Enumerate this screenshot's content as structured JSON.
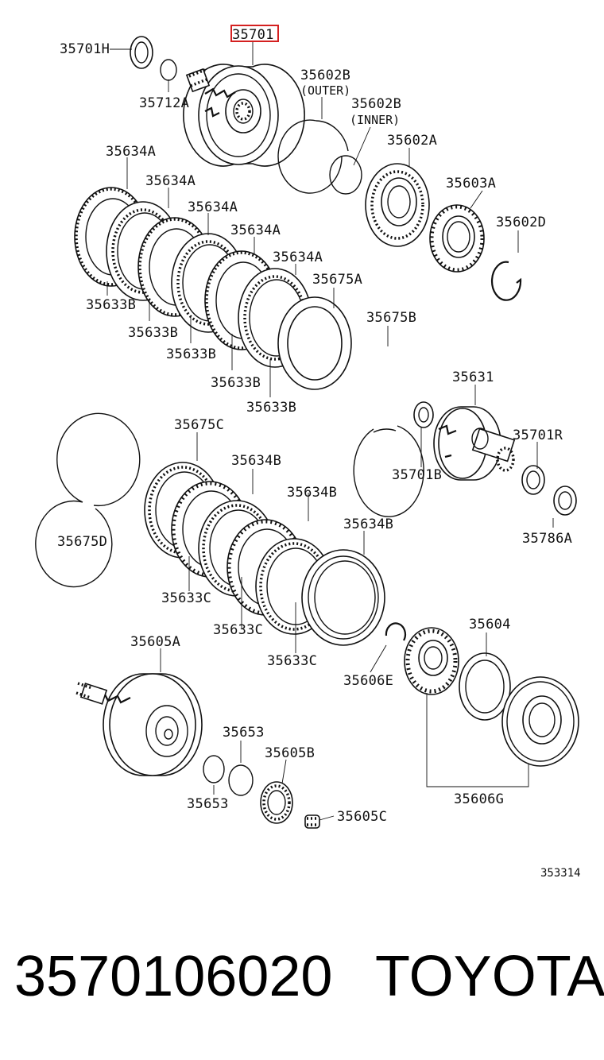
{
  "diagram": {
    "highlighted_part": "35701",
    "labels": {
      "p35701H": "35701H",
      "p35701": "35701",
      "p35712A": "35712A",
      "p35602B_outer": "35602B",
      "outer_note": "(OUTER)",
      "p35602B_inner": "35602B",
      "inner_note": "(INNER)",
      "p35602A": "35602A",
      "p35603A": "35603A",
      "p35602D": "35602D",
      "p35634A_1": "35634A",
      "p35634A_2": "35634A",
      "p35634A_3": "35634A",
      "p35634A_4": "35634A",
      "p35634A_5": "35634A",
      "p35675A": "35675A",
      "p35633B_1": "35633B",
      "p35633B_2": "35633B",
      "p35633B_3": "35633B",
      "p35633B_4": "35633B",
      "p35633B_5": "35633B",
      "p35675B": "35675B",
      "p35631": "35631",
      "p35701R": "35701R",
      "p35701B": "35701B",
      "p35786A": "35786A",
      "p35675C": "35675C",
      "p35675D": "35675D",
      "p35634B_1": "35634B",
      "p35634B_2": "35634B",
      "p35634B_3": "35634B",
      "p35633C_1": "35633C",
      "p35633C_2": "35633C",
      "p35633C_3": "35633C",
      "p35605A": "35605A",
      "p35604": "35604",
      "p35606E": "35606E",
      "p35653_1": "35653",
      "p35653_2": "35653",
      "p35605B": "35605B",
      "p35605C": "35605C",
      "p35606G": "35606G"
    },
    "reference_number": "353314"
  },
  "footer": {
    "part_number": "3570106020",
    "brand": "TOYOTA"
  }
}
